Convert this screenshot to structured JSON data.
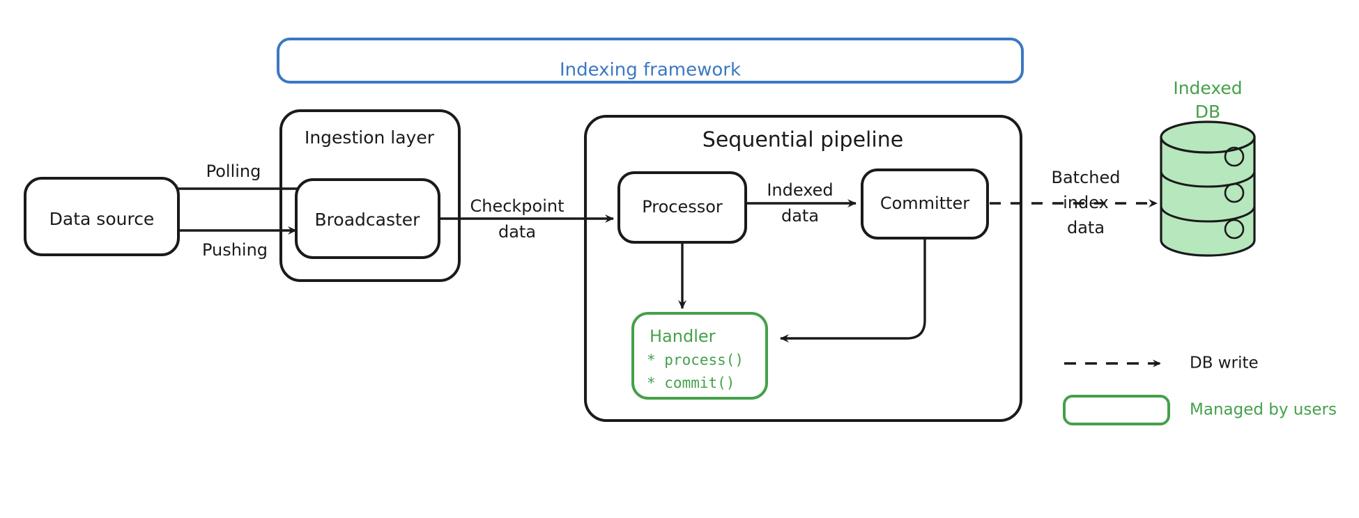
{
  "colors": {
    "ink": "#1a1a1a",
    "blue": "#3b78c2",
    "green": "#4aa css",
    "green_stroke": "#45a04a",
    "green_text": "#45a04a",
    "db_fill": "#b6e7bd",
    "white": "#ffffff"
  },
  "framework": {
    "banner_label": "Indexing framework"
  },
  "ingestion": {
    "container_label": "Ingestion layer",
    "broadcaster_label": "Broadcaster"
  },
  "source": {
    "label": "Data source"
  },
  "edges": {
    "polling": "Polling",
    "pushing": "Pushing",
    "checkpoint_line1": "Checkpoint",
    "checkpoint_line2": "data",
    "indexed_line1": "Indexed",
    "indexed_line2": "data",
    "batched_line1": "Batched",
    "batched_line2": "index",
    "batched_line3": "data"
  },
  "pipeline": {
    "container_label": "Sequential pipeline",
    "processor_label": "Processor",
    "committer_label": "Committer",
    "handler": {
      "title": "Handler",
      "methods": [
        "* process()",
        "* commit()"
      ]
    }
  },
  "database": {
    "label_line1": "Indexed",
    "label_line2": "DB"
  },
  "legend": {
    "items": [
      {
        "kind": "dashed-arrow",
        "label": "DB write"
      },
      {
        "kind": "green-box",
        "label": "Managed by users"
      }
    ]
  }
}
